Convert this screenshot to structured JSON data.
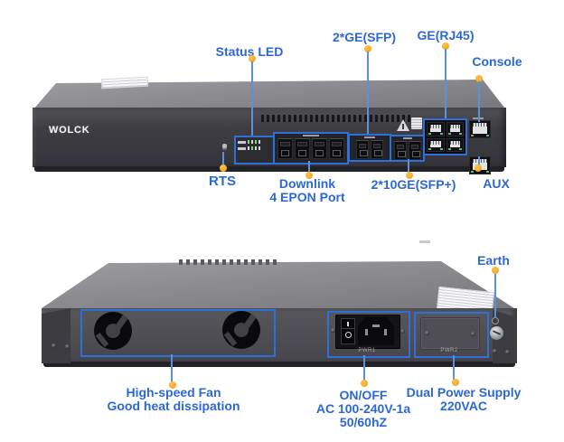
{
  "colors": {
    "background": "#ffffff",
    "label_blue": "#2c68d5",
    "dot_orange": "#f5a31d",
    "line_blue": "#5d8fdd",
    "box_blue": "#2e6fd9",
    "chassis_face": "#3d3d42",
    "chassis_top": "#8a8a8e"
  },
  "front": {
    "brand": "WOLCK",
    "callouts": {
      "status_led": "Status LED",
      "ge_sfp": "2*GE(SFP)",
      "ge_rj45": "GE(RJ45)",
      "console": "Console",
      "rts": "RTS",
      "downlink": [
        "Downlink",
        "4 EPON Port"
      ],
      "sfp_plus": "2*10GE(SFP+)",
      "aux": "AUX"
    }
  },
  "rear": {
    "callouts": {
      "earth": "Earth",
      "fan": [
        "High-speed Fan",
        "Good heat dissipation"
      ],
      "power": [
        "ON/OFF",
        "AC 100-240V-1a",
        "50/60hZ"
      ],
      "dual_power": [
        "Dual Power Supply",
        "220VAC"
      ]
    },
    "markings": {
      "pwr1": "PWR1",
      "pwr2": "PWR2"
    }
  }
}
